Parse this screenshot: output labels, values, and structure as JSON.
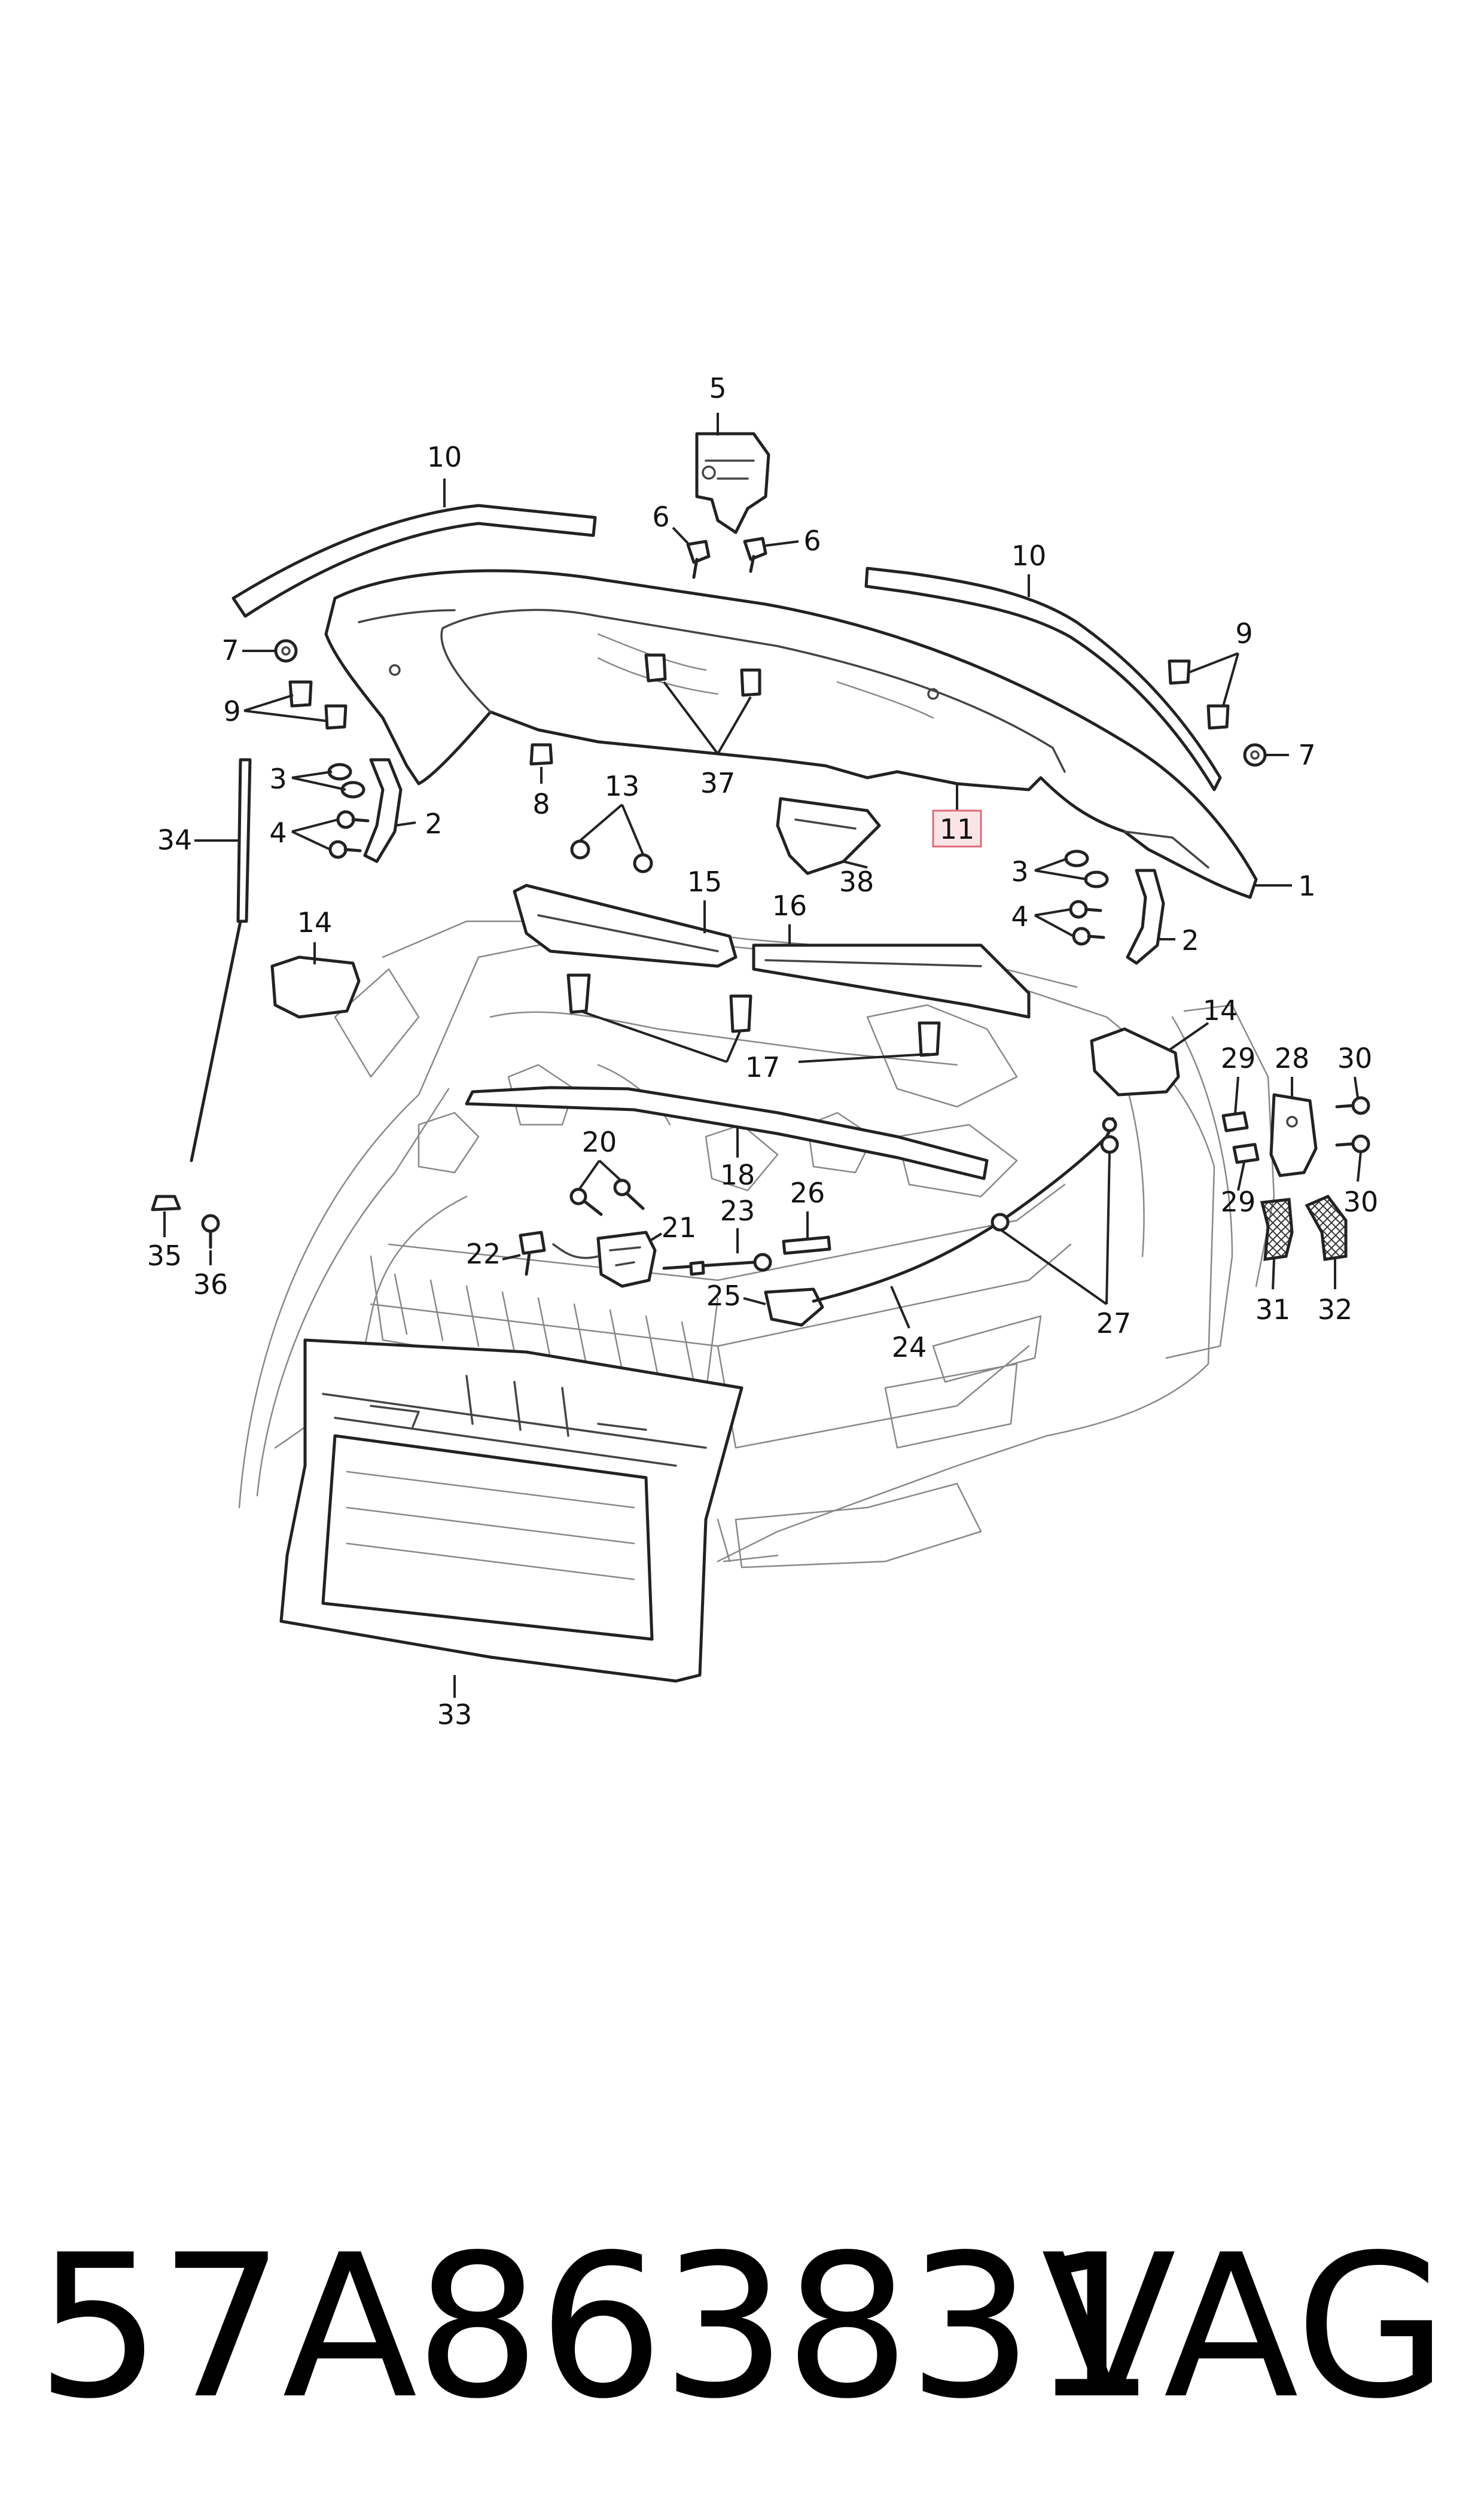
{
  "diagram": {
    "highlight_color": "#e06a78",
    "callouts": {
      "c1": "1",
      "c2a": "2",
      "c2b": "2",
      "c3a": "3",
      "c3b": "3",
      "c4a": "4",
      "c4b": "4",
      "c5": "5",
      "c6a": "6",
      "c6b": "6",
      "c7a": "7",
      "c7b": "7",
      "c8": "8",
      "c9a": "9",
      "c9b": "9",
      "c10a": "10",
      "c10b": "10",
      "c11": "11",
      "c13": "13",
      "c14a": "14",
      "c14b": "14",
      "c15": "15",
      "c16": "16",
      "c17": "17",
      "c18": "18",
      "c20": "20",
      "c21": "21",
      "c22": "22",
      "c23": "23",
      "c24": "24",
      "c25": "25",
      "c26": "26",
      "c27": "27",
      "c28": "28",
      "c29a": "29",
      "c29b": "29",
      "c30a": "30",
      "c30b": "30",
      "c31": "31",
      "c32": "32",
      "c33": "33",
      "c34": "34",
      "c35": "35",
      "c36": "36",
      "c37": "37",
      "c38": "38"
    }
  },
  "footer": {
    "part_number": "57A863831",
    "brand": "VAG"
  }
}
